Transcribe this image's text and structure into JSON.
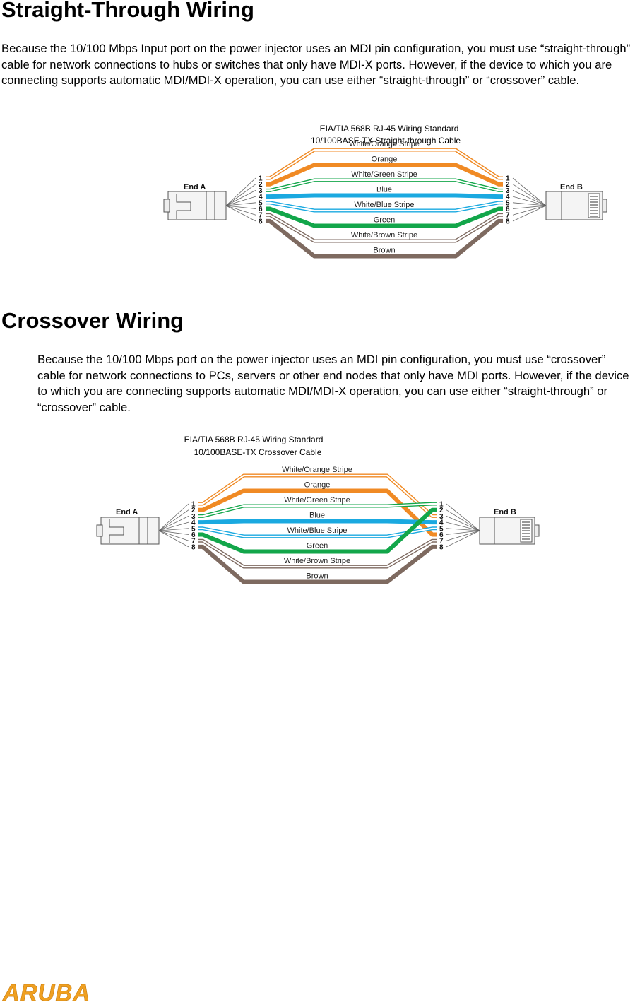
{
  "straight": {
    "heading": "Straight-Through Wiring",
    "paragraph": "Because the 10/100 Mbps Input port on the power injector uses an MDI pin configuration, you must use “straight-through” cable for network connections to hubs or switches that only have MDI-X ports. However, if the device to which you are connecting supports automatic MDI/MDI-X operation, you can use either “straight-through” or “crossover” cable.",
    "diagram": {
      "caption_line1": "EIA/TIA 568B RJ-45 Wiring Standard",
      "caption_line2": "10/100BASE-TX Straight-through Cable",
      "end_a": "End A",
      "end_b": "End B",
      "pins": [
        "1",
        "2",
        "3",
        "4",
        "5",
        "6",
        "7",
        "8"
      ],
      "wires": [
        "White/Orange Stripe",
        "Orange",
        "White/Green Stripe",
        "Blue",
        "White/Blue Stripe",
        "Green",
        "White/Brown Stripe",
        "Brown"
      ]
    }
  },
  "crossover": {
    "heading": "Crossover Wiring",
    "paragraph": "Because the 10/100 Mbps port on the power injector uses an MDI pin configuration, you must use “crossover” cable for network connections to PCs, servers or other end nodes that only have MDI ports. However, if the device to which you are connecting supports automatic MDI/MDI-X operation, you can use either “straight-through” or “crossover” cable.",
    "diagram": {
      "caption_line1": "EIA/TIA 568B RJ-45 Wiring Standard",
      "caption_line2": "10/100BASE-TX Crossover Cable",
      "end_a": "End A",
      "end_b": "End B",
      "pins": [
        "1",
        "2",
        "3",
        "4",
        "5",
        "6",
        "7",
        "8"
      ],
      "wires": [
        "White/Orange Stripe",
        "Orange",
        "White/Green Stripe",
        "Blue",
        "White/Blue Stripe",
        "Green",
        "White/Brown Stripe",
        "Brown"
      ]
    }
  },
  "colors": {
    "orange": "#f08a24",
    "green": "#12a64a",
    "blue": "#1aa9e0",
    "brown": "#7e6a60",
    "logo": "#f0a020"
  },
  "footer": {
    "logo": "ARUBA"
  }
}
